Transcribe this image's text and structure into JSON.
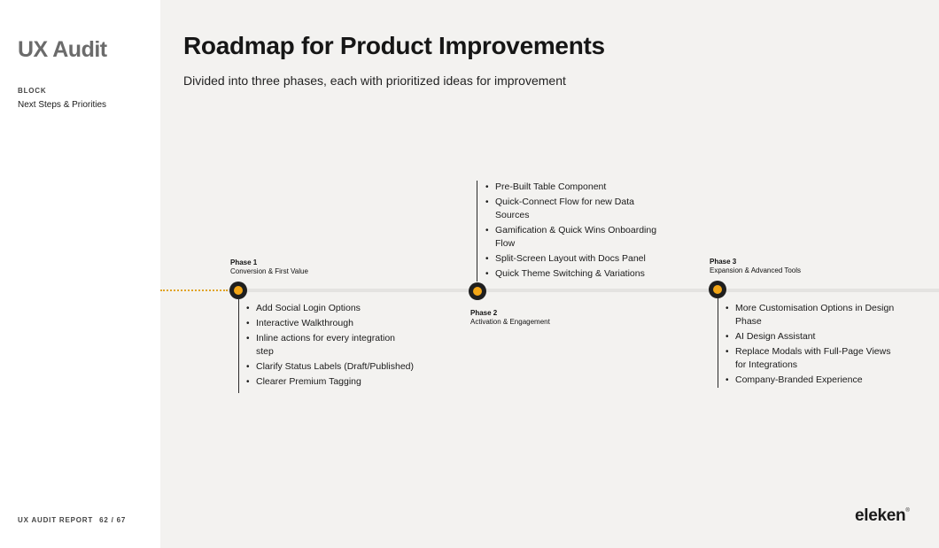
{
  "sidebar": {
    "brand": "UX Audit",
    "block_label": "BLOCK",
    "block_value": "Next Steps & Priorities",
    "footer_label": "UX AUDIT REPORT",
    "page_number": "62 / 67"
  },
  "header": {
    "title": "Roadmap for Product Improvements",
    "subtitle": "Divided into three phases, each with prioritized ideas for improvement"
  },
  "phases": [
    {
      "label": "Phase 1",
      "name": "Conversion & First Value",
      "items": [
        "Add Social Login Options",
        "Interactive Walkthrough",
        "Inline actions for every integration step",
        "Clarify Status Labels (Draft/Published)",
        "Clearer Premium Tagging"
      ]
    },
    {
      "label": "Phase 2",
      "name": "Activation & Engagement",
      "items": [
        "Pre-Built Table Component",
        "Quick-Connect Flow for new Data Sources",
        "Gamification & Quick Wins Onboarding Flow",
        "Split-Screen Layout with Docs Panel",
        "Quick Theme Switching & Variations"
      ]
    },
    {
      "label": "Phase 3",
      "name": "Expansion & Advanced Tools",
      "items": [
        "More Customisation Options in Design Phase",
        "AI Design Assistant",
        "Replace Modals with Full-Page Views for Integrations",
        "Company-Branded Experience"
      ]
    }
  ],
  "colors": {
    "accent": "#f2a516",
    "node": "#1f1f1f",
    "background": "#f3f2f0",
    "sidebar": "#ffffff"
  },
  "logo": {
    "text": "eleken",
    "mark": "®"
  }
}
